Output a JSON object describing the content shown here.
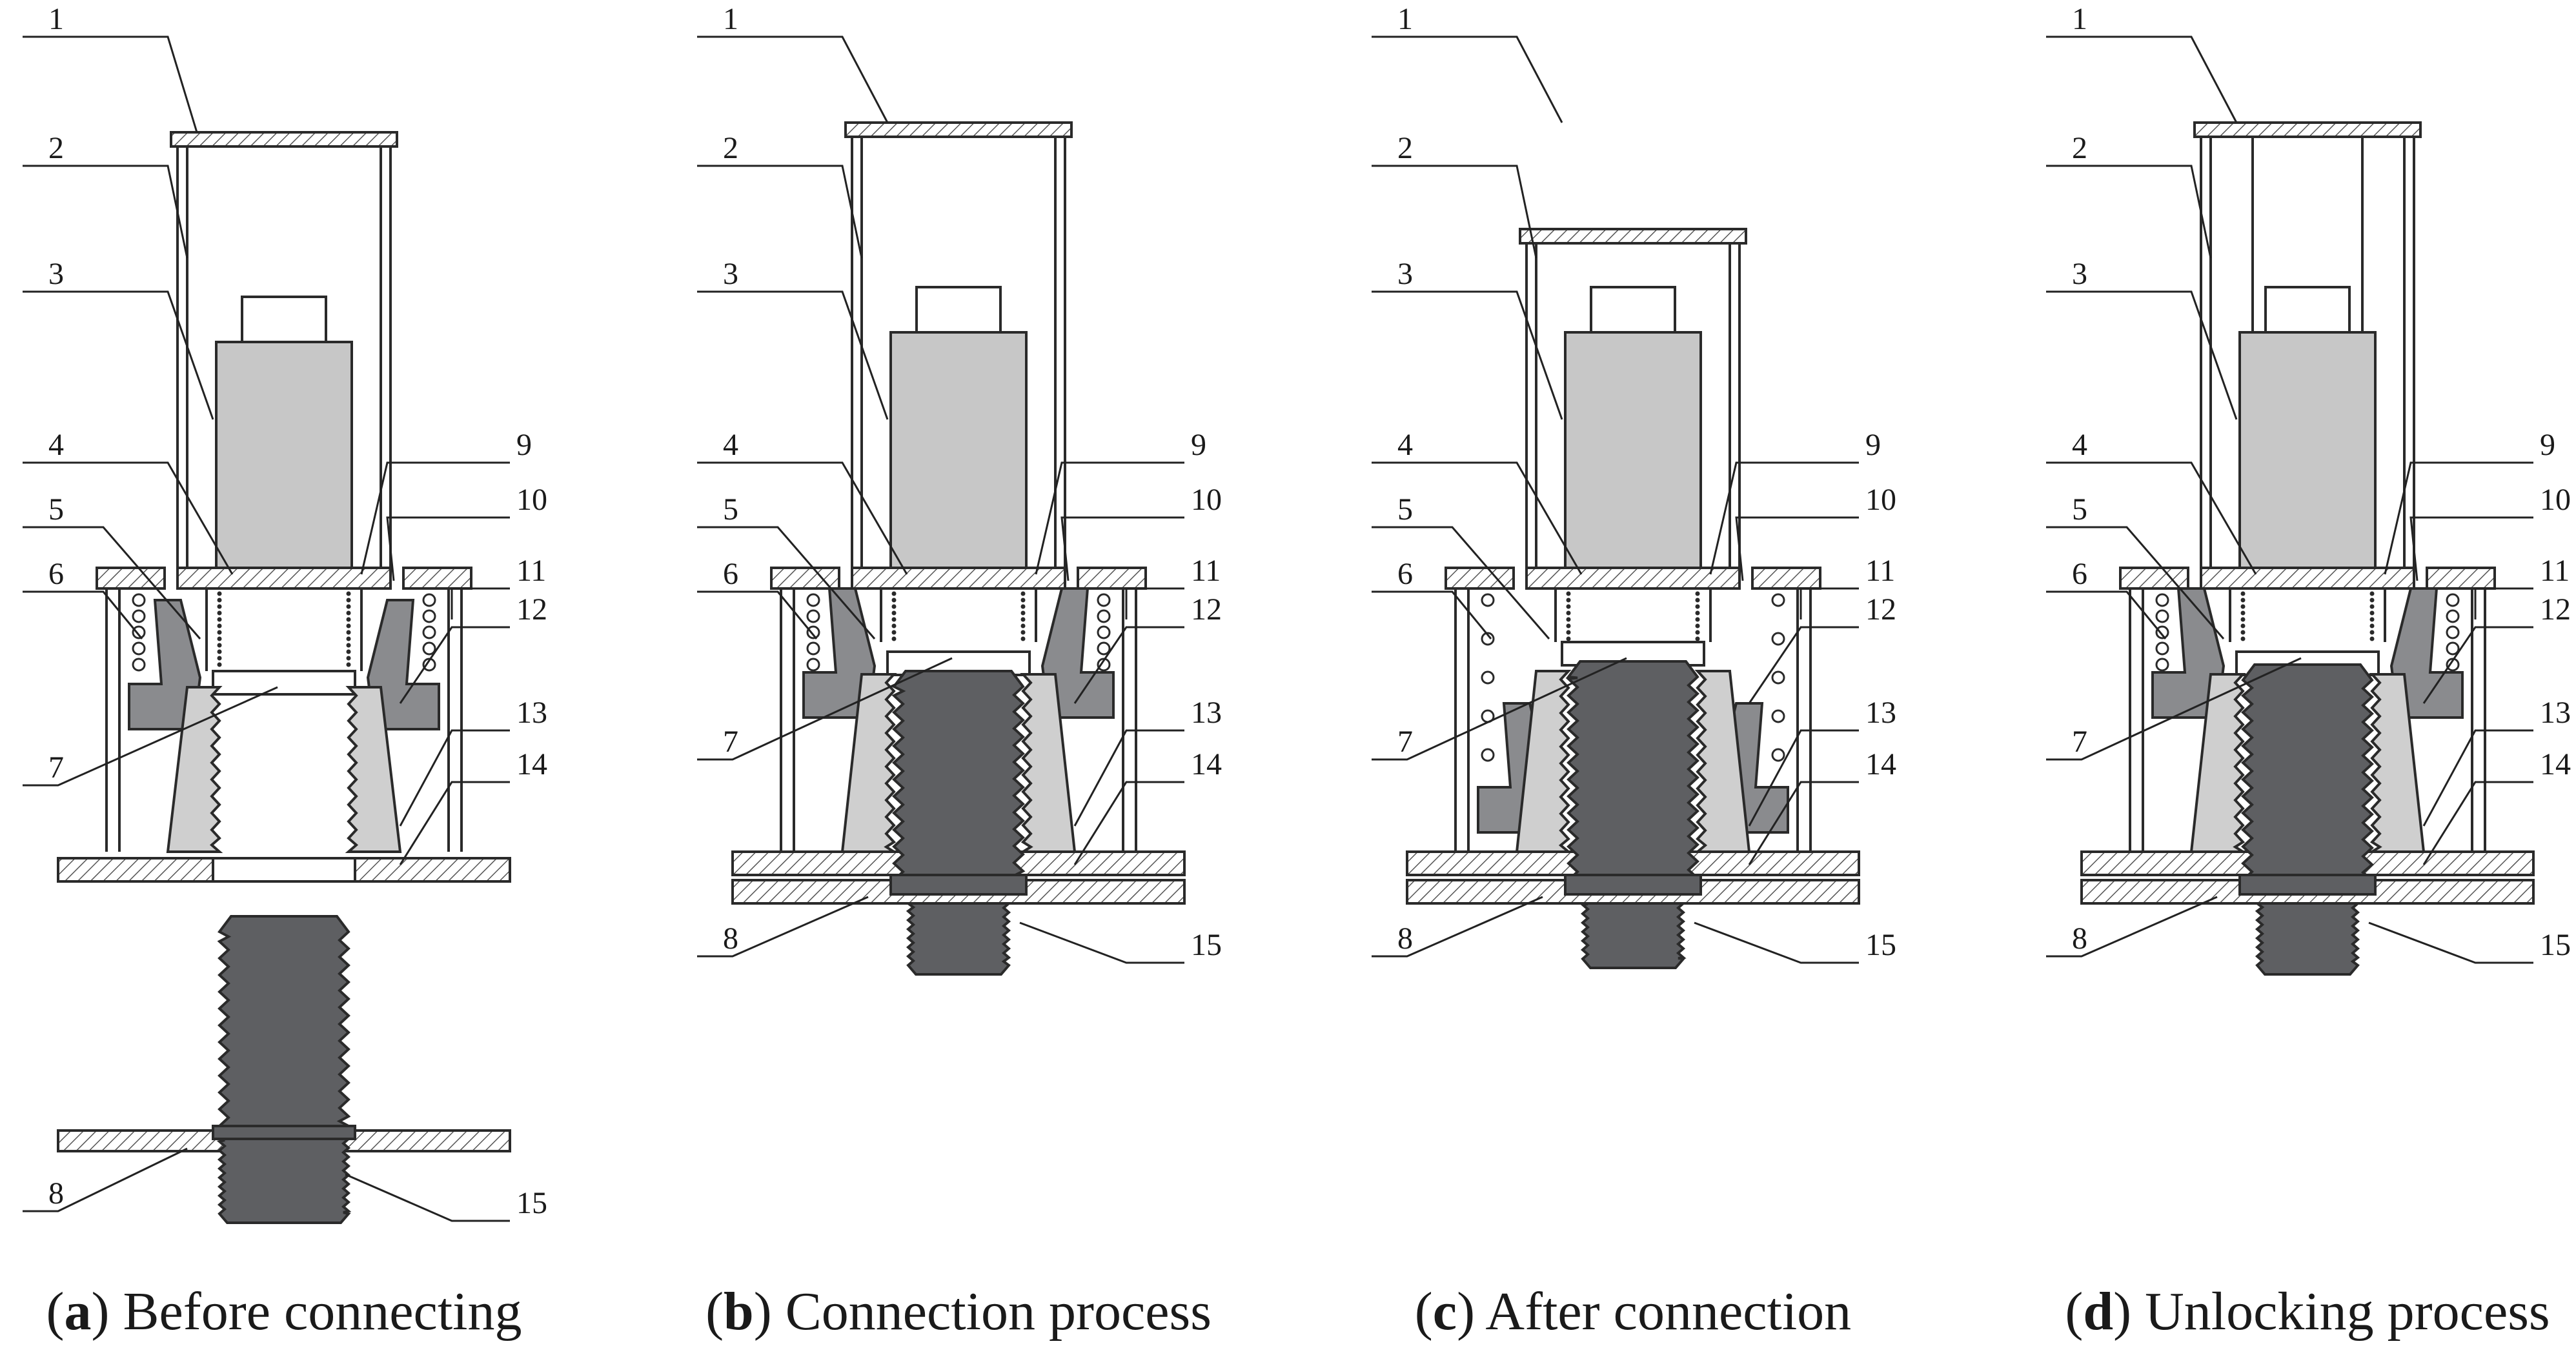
{
  "panels": [
    {
      "id": "a",
      "letter": "a",
      "caption": " Before connecting",
      "state": "before"
    },
    {
      "id": "b",
      "letter": "b",
      "caption": " Connection process",
      "state": "process"
    },
    {
      "id": "c",
      "letter": "c",
      "caption": " After connection",
      "state": "after"
    },
    {
      "id": "d",
      "letter": "d",
      "caption": " Unlocking process",
      "state": "unlock"
    }
  ],
  "part_labels": [
    "1",
    "2",
    "3",
    "4",
    "5",
    "6",
    "7",
    "8",
    "9",
    "10",
    "11",
    "12",
    "13",
    "14",
    "15"
  ],
  "colors": {
    "motor": "#c7c7c7",
    "bolt": "#5e5f62",
    "cone": "#cfcfcf",
    "latch": "#8a8b8e",
    "line": "#2a2a2a"
  }
}
